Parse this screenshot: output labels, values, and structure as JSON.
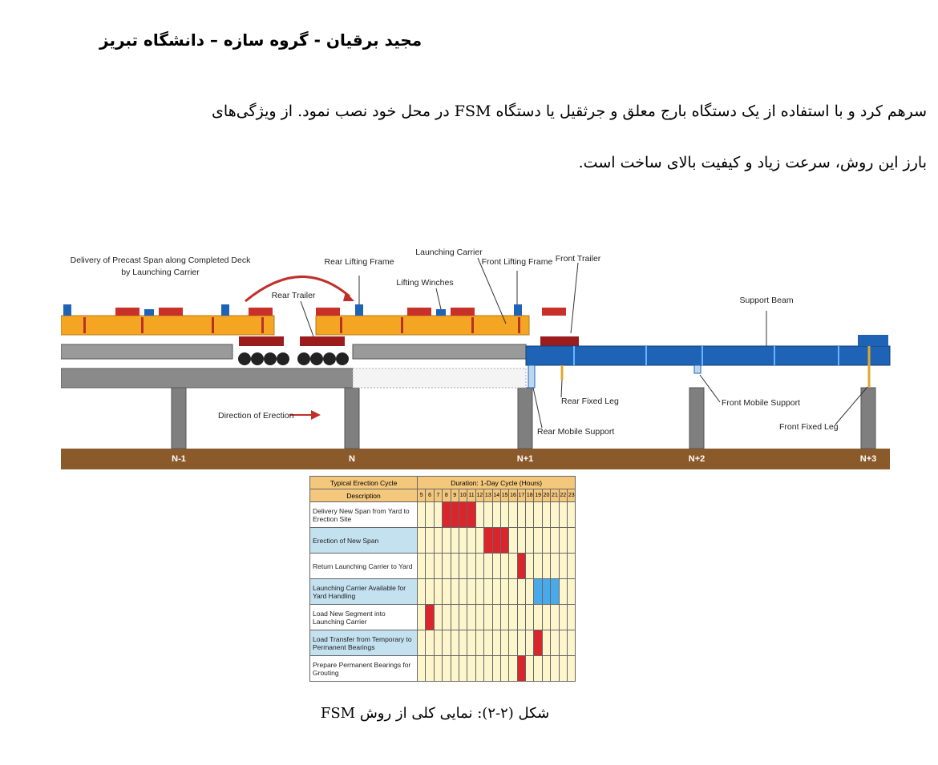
{
  "header": "مجید برقیان - گروه سازه – دانشگاه تبریز",
  "paragraph": {
    "line1": "سرهم کرد و با استفاده از یک دستگاه بارج معلق و جرثقیل یا دستگاه FSM در محل خود نصب نمود. از ویژگی‌های",
    "line2": "بارز این روش، سرعت زیاد و کیفیت بالای ساخت است."
  },
  "diagram": {
    "labels": {
      "delivery1": "Delivery of Precast Span along Completed Deck",
      "delivery2": "by Launching Carrier",
      "rear_lifting_frame": "Rear Lifting Frame",
      "launching_carrier": "Launching Carrier",
      "front_lifting_frame": "Front Lifting Frame",
      "front_trailer": "Front Trailer",
      "lifting_winches": "Lifting Winches",
      "rear_trailer": "Rear Trailer",
      "support_beam": "Support Beam",
      "direction": "Direction of Erection",
      "rear_fixed_leg": "Rear Fixed Leg",
      "front_mobile_support": "Front Mobile Support",
      "front_fixed_leg": "Front Fixed Leg",
      "rear_mobile_support": "Rear Mobile Support"
    },
    "piers": [
      "N-1",
      "N",
      "N+1",
      "N+2",
      "N+3"
    ]
  },
  "cycle_table": {
    "title": "Typical Erection Cycle",
    "duration": "Duration: 1-Day Cycle (Hours)",
    "desc_header": "Description",
    "hours": [
      "5",
      "6",
      "7",
      "8",
      "9",
      "10",
      "11",
      "12",
      "13",
      "14",
      "15",
      "16",
      "17",
      "18",
      "19",
      "20",
      "21",
      "22",
      "23"
    ],
    "rows": [
      {
        "desc": "Delivery New Span from Yard to Erection Site",
        "start": 8,
        "end": 12,
        "color": "red",
        "alt": false
      },
      {
        "desc": "Erection of New Span",
        "start": 13,
        "end": 16,
        "color": "red",
        "alt": true
      },
      {
        "desc": "Return Launching Carrier to Yard",
        "start": 17,
        "end": 18,
        "color": "red",
        "alt": false
      },
      {
        "desc": "Launching Carrier Available for Yard Handling",
        "start": 19,
        "end": 22,
        "color": "blue",
        "alt": true
      },
      {
        "desc": "Load New Segment into Launching Carrier",
        "start": 6,
        "end": 7,
        "color": "red",
        "alt": false
      },
      {
        "desc": "Load Transfer from Temporary to Permanent Bearings",
        "start": 19,
        "end": 20,
        "color": "red",
        "alt": true
      },
      {
        "desc": "Prepare Permanent Bearings for Grouting",
        "start": 17,
        "end": 18,
        "color": "red",
        "alt": false
      }
    ]
  },
  "caption": "شکل (۲-۲): نمایی کلی از روش FSM",
  "colors": {
    "carrier": "#f4a623",
    "beam": "#1e63b5",
    "ground": "#8b5a2b",
    "red": "#d9252b",
    "deck": "#7f7f7f"
  }
}
